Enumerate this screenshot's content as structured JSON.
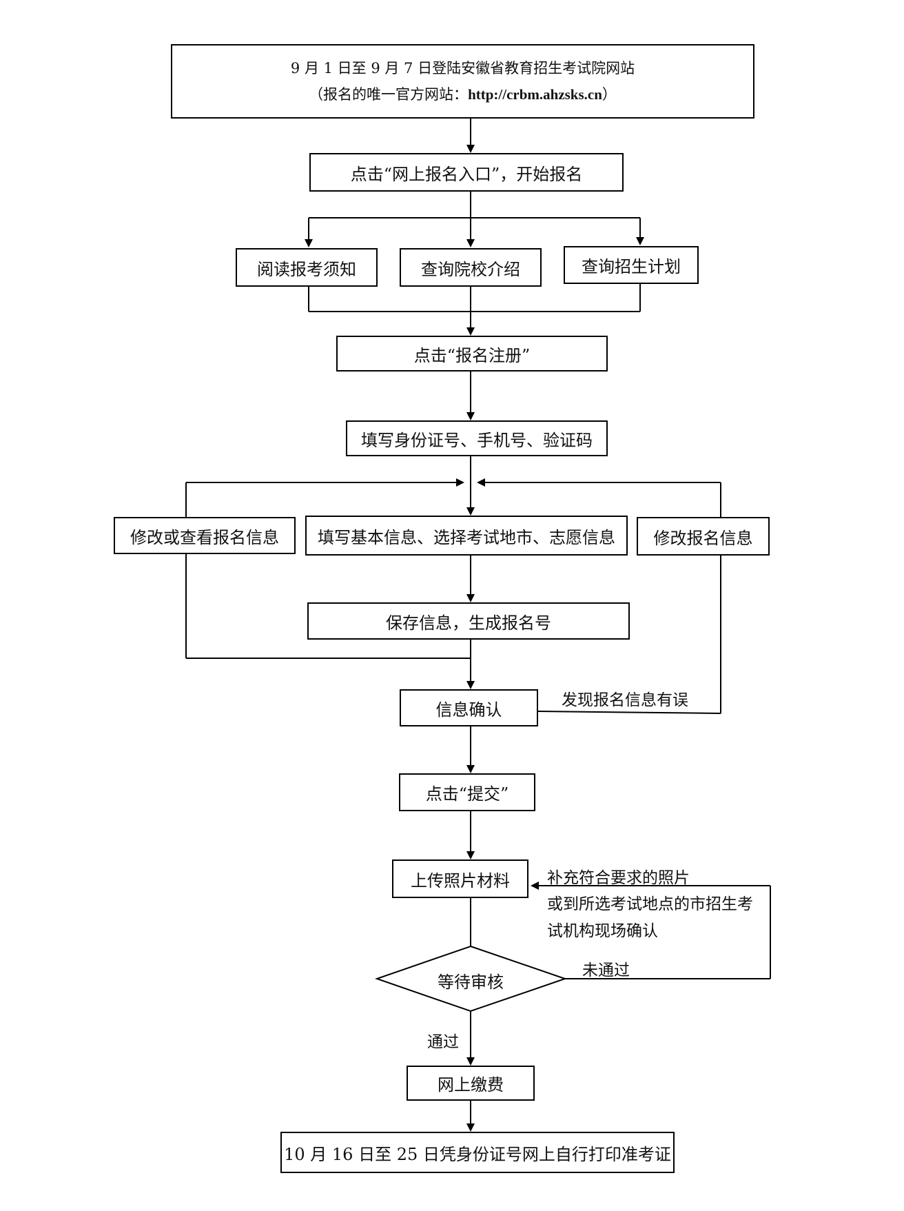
{
  "header": {
    "line1": "9 月 1 日至 9 月 7 日登陆安徽省教育招生考试院网站",
    "line2_prefix": "（报名的唯一官方网站：",
    "line2_url": "http://crbm.ahzsks.cn",
    "line2_suffix": "）"
  },
  "steps": {
    "start_entry": "点击“网上报名入口”，开始报名",
    "read_notice": "阅读报考须知",
    "query_school": "查询院校介绍",
    "query_plan": "查询招生计划",
    "click_register": "点击“报名注册”",
    "fill_id": "填写身份证号、手机号、验证码",
    "modify_view": "修改或查看报名信息",
    "fill_basic": "填写基本信息、选择考试地市、志愿信息",
    "modify_info": "修改报名信息",
    "save_info": "保存信息，生成报名号",
    "confirm_info": "信息确认",
    "click_submit": "点击“提交”",
    "upload_photo": "上传照片材料",
    "wait_review": "等待审核",
    "pay_online": "网上缴费",
    "print_ticket": "10 月 16 日至 25 日凭身份证号网上自行打印准考证"
  },
  "edge_labels": {
    "found_error": "发现报名信息有误",
    "supplement_1": "补充符合要求的照片",
    "supplement_2": "或到所选考试地点的市招生考",
    "supplement_3": "试机构现场确认",
    "not_passed": "未通过",
    "passed": "通过"
  },
  "colors": {
    "line": "#000000",
    "text": "#111111",
    "background": "#ffffff"
  }
}
